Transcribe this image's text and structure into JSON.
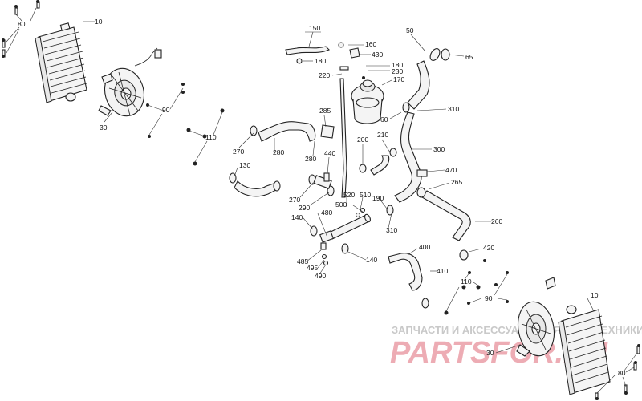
{
  "callouts": [
    {
      "id": "c10a",
      "label": "10"
    },
    {
      "id": "c80a",
      "label": "80"
    },
    {
      "id": "c30a",
      "label": "30"
    },
    {
      "id": "c90a",
      "label": "90"
    },
    {
      "id": "c110a",
      "label": "110"
    },
    {
      "id": "c150",
      "label": "150"
    },
    {
      "id": "c160",
      "label": "160"
    },
    {
      "id": "c180a",
      "label": "180"
    },
    {
      "id": "c430",
      "label": "430"
    },
    {
      "id": "c180b",
      "label": "180"
    },
    {
      "id": "c230",
      "label": "230"
    },
    {
      "id": "c220",
      "label": "220"
    },
    {
      "id": "c170",
      "label": "170"
    },
    {
      "id": "c50",
      "label": "50"
    },
    {
      "id": "c65",
      "label": "65"
    },
    {
      "id": "c310a",
      "label": "310"
    },
    {
      "id": "c60",
      "label": "60"
    },
    {
      "id": "c285",
      "label": "285"
    },
    {
      "id": "c270a",
      "label": "270"
    },
    {
      "id": "c280a",
      "label": "280"
    },
    {
      "id": "c280b",
      "label": "280"
    },
    {
      "id": "c130",
      "label": "130"
    },
    {
      "id": "c440",
      "label": "440"
    },
    {
      "id": "c200",
      "label": "200"
    },
    {
      "id": "c210",
      "label": "210"
    },
    {
      "id": "c300",
      "label": "300"
    },
    {
      "id": "c470",
      "label": "470"
    },
    {
      "id": "c265",
      "label": "265"
    },
    {
      "id": "c270b",
      "label": "270"
    },
    {
      "id": "c290",
      "label": "290"
    },
    {
      "id": "c520",
      "label": "520"
    },
    {
      "id": "c510",
      "label": "510"
    },
    {
      "id": "c190",
      "label": "190"
    },
    {
      "id": "c500",
      "label": "500"
    },
    {
      "id": "c480",
      "label": "480"
    },
    {
      "id": "c140a",
      "label": "140"
    },
    {
      "id": "c310b",
      "label": "310"
    },
    {
      "id": "c260",
      "label": "260"
    },
    {
      "id": "c400",
      "label": "400"
    },
    {
      "id": "c420",
      "label": "420"
    },
    {
      "id": "c140b",
      "label": "140"
    },
    {
      "id": "c485",
      "label": "485"
    },
    {
      "id": "c495",
      "label": "495"
    },
    {
      "id": "c490",
      "label": "490"
    },
    {
      "id": "c410",
      "label": "410"
    },
    {
      "id": "c110b",
      "label": "110"
    },
    {
      "id": "c90b",
      "label": "90"
    },
    {
      "id": "c10b",
      "label": "10"
    },
    {
      "id": "c30b",
      "label": "30"
    },
    {
      "id": "c80b",
      "label": "80"
    }
  ],
  "watermark": {
    "top_text": "ЗАПЧАСТИ И АКСЕССУАРЫ ДЛЯ МОТОТЕХНИКИ",
    "logo_text": "PARTSFOR.RU"
  }
}
